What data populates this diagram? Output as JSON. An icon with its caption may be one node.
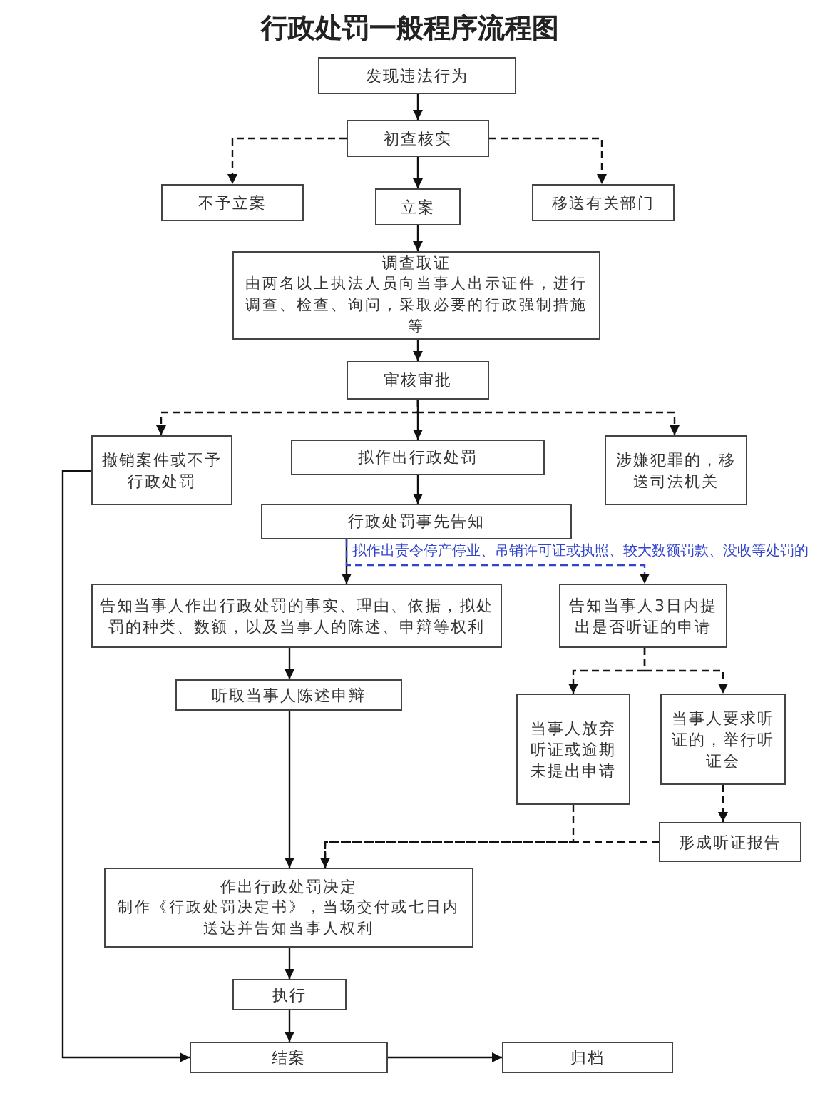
{
  "diagram": {
    "title": "行政处罚一般程序流程图",
    "nodes": [
      {
        "text": [
          "发现违法行为"
        ]
      },
      {
        "text": [
          "初查核实"
        ]
      },
      {
        "text": [
          "不予立案"
        ]
      },
      {
        "text": [
          "立案"
        ]
      },
      {
        "text": [
          "移送有关部门"
        ]
      },
      {
        "text": [
          "调查取证",
          "由两名以上执法人员向当事人出示证件，进行调查、检查、询问，采取必要的行政强制措施等"
        ]
      },
      {
        "text": [
          "审核审批"
        ]
      },
      {
        "text": [
          "撤销案件或不予行政处罚"
        ]
      },
      {
        "text": [
          "拟作出行政处罚"
        ]
      },
      {
        "text": [
          "涉嫌犯罪的，移送司法机关"
        ]
      },
      {
        "text": [
          "行政处罚事先告知"
        ]
      },
      {
        "text": [
          "告知当事人作出行政处罚的事实、理由、依据，拟处罚的种类、数额，以及当事人的陈述、申辩等权利"
        ]
      },
      {
        "text": [
          "告知当事人3日内提出是否听证的申请"
        ]
      },
      {
        "text": [
          "听取当事人陈述申辩"
        ]
      },
      {
        "text": [
          "当事人放弃听证或逾期未提出申请"
        ]
      },
      {
        "text": [
          "当事人要求听证的，举行听证会"
        ]
      },
      {
        "text": [
          "形成听证报告"
        ]
      },
      {
        "text": [
          "作出行政处罚决定",
          "制作《行政处罚决定书》，当场交付或七日内送达并告知当事人权利"
        ]
      },
      {
        "text": [
          "执行"
        ]
      },
      {
        "text": [
          "结案"
        ]
      },
      {
        "text": [
          "归档"
        ]
      }
    ],
    "edges": [
      {
        "from": 0,
        "to": 1,
        "arrow": "to"
      },
      {
        "from": 1,
        "to": 2,
        "arrow": "to",
        "style": "dashed"
      },
      {
        "from": 1,
        "to": 3,
        "arrow": "to"
      },
      {
        "from": 1,
        "to": 4,
        "arrow": "to",
        "style": "dashed"
      },
      {
        "from": 3,
        "to": 5,
        "arrow": "to"
      },
      {
        "from": 5,
        "to": 6,
        "arrow": "to"
      },
      {
        "from": 6,
        "to": 7,
        "arrow": "to",
        "style": "dashed"
      },
      {
        "from": 6,
        "to": 8,
        "arrow": "to"
      },
      {
        "from": 6,
        "to": 9,
        "arrow": "to",
        "style": "dashed"
      },
      {
        "from": 8,
        "to": 10,
        "arrow": "to"
      },
      {
        "from": 10,
        "to": 11,
        "arrow": "to"
      },
      {
        "from": 10,
        "to": 12,
        "arrow": "to",
        "style": "dashed",
        "color": "#3344cc",
        "label": "拟作出责令停产停业、吊销许可证或执照、较大数额罚款、没收等处罚的"
      },
      {
        "from": 11,
        "to": 13,
        "arrow": "to"
      },
      {
        "from": 13,
        "to": 17,
        "arrow": "to"
      },
      {
        "from": 12,
        "to": 14,
        "arrow": "to",
        "style": "dashed"
      },
      {
        "from": 12,
        "to": 15,
        "arrow": "to",
        "style": "dashed"
      },
      {
        "from": 15,
        "to": 16,
        "arrow": "to",
        "style": "dashed"
      },
      {
        "from": 14,
        "to": 17,
        "arrow": "to",
        "style": "dashed"
      },
      {
        "from": 16,
        "to": 17,
        "arrow": "to",
        "style": "dashed"
      },
      {
        "from": 17,
        "to": 18,
        "arrow": "to"
      },
      {
        "from": 18,
        "to": 19,
        "arrow": "to"
      },
      {
        "from": 19,
        "to": 20,
        "arrow": "to"
      },
      {
        "from": 7,
        "to": 19,
        "arrow": "to"
      }
    ]
  }
}
